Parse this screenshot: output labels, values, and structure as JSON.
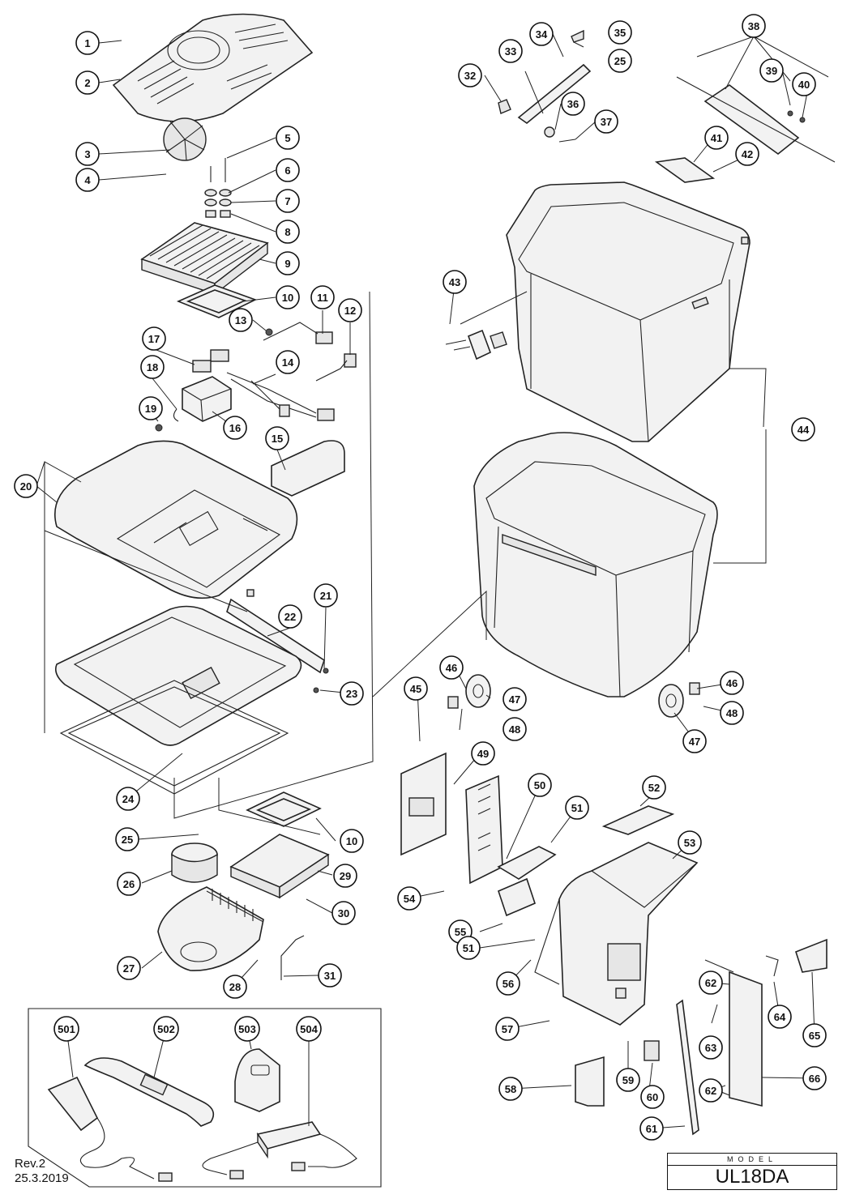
{
  "callouts": [
    {
      "label": "1"
    },
    {
      "label": "2"
    },
    {
      "label": "3"
    },
    {
      "label": "4"
    },
    {
      "label": "5"
    },
    {
      "label": "6"
    },
    {
      "label": "7"
    },
    {
      "label": "8"
    },
    {
      "label": "9"
    },
    {
      "label": "10"
    },
    {
      "label": "11"
    },
    {
      "label": "12"
    },
    {
      "label": "13"
    },
    {
      "label": "14"
    },
    {
      "label": "15"
    },
    {
      "label": "16"
    },
    {
      "label": "17"
    },
    {
      "label": "18"
    },
    {
      "label": "19"
    },
    {
      "label": "20"
    },
    {
      "label": "21"
    },
    {
      "label": "22"
    },
    {
      "label": "23"
    },
    {
      "label": "24"
    },
    {
      "label": "10"
    },
    {
      "label": "25"
    },
    {
      "label": "26"
    },
    {
      "label": "27"
    },
    {
      "label": "28"
    },
    {
      "label": "29"
    },
    {
      "label": "30"
    },
    {
      "label": "31"
    },
    {
      "label": "32"
    },
    {
      "label": "33"
    },
    {
      "label": "34"
    },
    {
      "label": "35"
    },
    {
      "label": "25"
    },
    {
      "label": "36"
    },
    {
      "label": "37"
    },
    {
      "label": "38"
    },
    {
      "label": "39"
    },
    {
      "label": "40"
    },
    {
      "label": "41"
    },
    {
      "label": "42"
    },
    {
      "label": "43"
    },
    {
      "label": "44"
    },
    {
      "label": "45"
    },
    {
      "label": "46"
    },
    {
      "label": "47"
    },
    {
      "label": "48"
    },
    {
      "label": "46"
    },
    {
      "label": "48"
    },
    {
      "label": "47"
    },
    {
      "label": "49"
    },
    {
      "label": "50"
    },
    {
      "label": "51"
    },
    {
      "label": "52"
    },
    {
      "label": "53"
    },
    {
      "label": "54"
    },
    {
      "label": "55"
    },
    {
      "label": "51"
    },
    {
      "label": "56"
    },
    {
      "label": "57"
    },
    {
      "label": "58"
    },
    {
      "label": "59"
    },
    {
      "label": "60"
    },
    {
      "label": "61"
    },
    {
      "label": "62"
    },
    {
      "label": "62"
    },
    {
      "label": "63"
    },
    {
      "label": "64"
    },
    {
      "label": "65"
    },
    {
      "label": "66"
    },
    {
      "label": "501"
    },
    {
      "label": "502"
    },
    {
      "label": "503"
    },
    {
      "label": "504"
    }
  ],
  "revision": {
    "line1": "Rev.2",
    "line2": "25.3.2019"
  },
  "model": {
    "label": "MODEL",
    "value": "UL18DA"
  }
}
